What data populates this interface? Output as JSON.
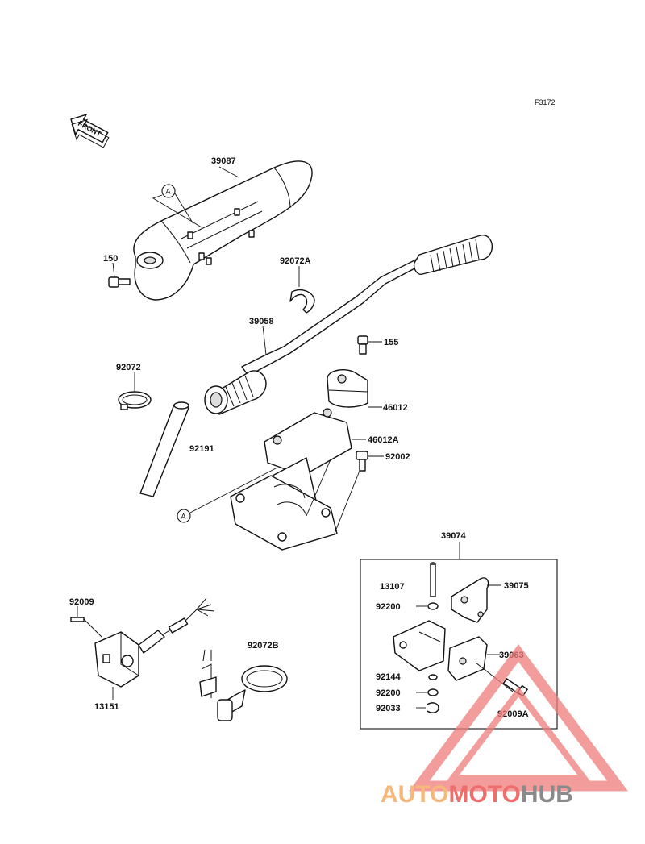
{
  "figure_code": "F3172",
  "front_label": "FRONT",
  "callout_letter": "A",
  "parts": {
    "grip_cover": "39087",
    "bolt_150": "150",
    "band_92072A": "92072A",
    "handlebar": "39058",
    "bolt_155": "155",
    "band_92072": "92072",
    "holder_upper": "46012",
    "tube": "92191",
    "holder_lower": "46012A",
    "bolt_92002": "92002",
    "assy_39074": "39074",
    "pin": "13107",
    "lever": "39075",
    "washer_top": "92200",
    "lever_body": "39063",
    "ring_92144": "92144",
    "washer_bottom": "92200",
    "circlip": "92033",
    "bolt_92009A": "92009A",
    "screw_92009": "92009",
    "switch": "13151",
    "band_92072B": "92072B"
  },
  "watermark": {
    "part1": "AUTO",
    "part2": "MOTO",
    "part3": "HUB",
    "color_auto": "#f5b77a",
    "color_moto": "#ee6d6d",
    "color_hub": "#8a8a8a",
    "triangle_color": "#ef7b7b"
  }
}
